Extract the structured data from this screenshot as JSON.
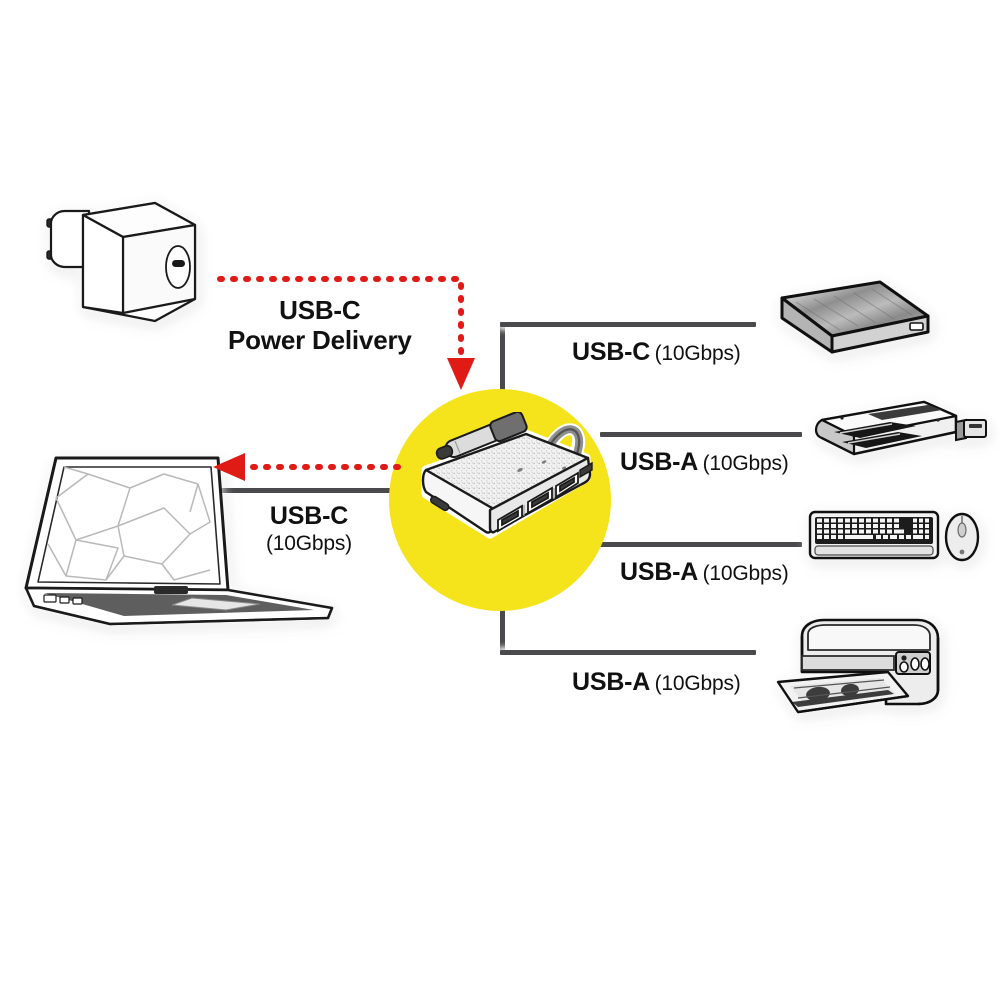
{
  "diagram": {
    "title": "USB-C Hub Connection Diagram",
    "accent_color": "#f5e31c",
    "line_color": "#4a4a4c",
    "power_color": "#e01b16",
    "hub": {
      "name": "USB-C multiport hub",
      "position": "center"
    }
  },
  "power": {
    "source": "EU power adapter",
    "label_line1": "USB-C",
    "label_line2": "Power Delivery"
  },
  "host": {
    "device": "laptop",
    "label_line1": "USB-C",
    "label_line2": "(10Gbps)"
  },
  "ports": [
    {
      "type": "USB-C",
      "speed": "(10Gbps)",
      "device": "external-hard-drive",
      "device_label": "external hard drive"
    },
    {
      "type": "USB-A",
      "speed": "(10Gbps)",
      "device": "card-reader",
      "device_label": "memory card reader"
    },
    {
      "type": "USB-A",
      "speed": "(10Gbps)",
      "device": "keyboard-and-mouse",
      "device_label": "keyboard and mouse"
    },
    {
      "type": "USB-A",
      "speed": "(10Gbps)",
      "device": "printer",
      "device_label": "inkjet printer"
    }
  ]
}
